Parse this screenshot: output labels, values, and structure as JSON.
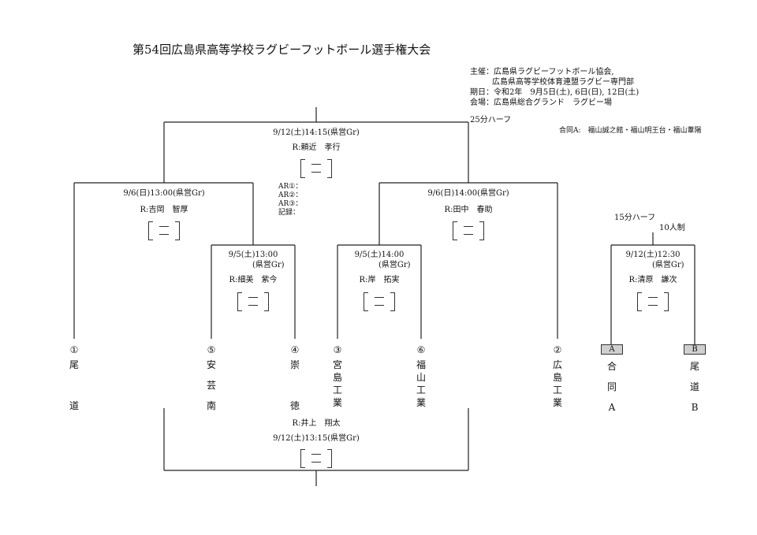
{
  "title": "第54回広島県高等学校ラグビーフットボール選手権大会",
  "info": {
    "organizer_1": "主催：広島県ラグビーフットボール協会,",
    "organizer_2": "広島県高等学校体育連盟ラグビー専門部",
    "dates": "期日：令和2年　9月5日(土), 6日(日), 12日(土)",
    "venue": "会場：広島県総合グランド　ラグビー場",
    "half_25": "25分ハーフ",
    "joint_team": "合同A:　福山誠之館・福山明王台・福山葦陽",
    "half_15": "15分ハーフ",
    "ten_players": "10人制"
  },
  "officials": {
    "ar1": "AR①：",
    "ar2": "AR②：",
    "ar3": "AR③：",
    "record": "記録："
  },
  "matches": {
    "final": {
      "time": "9/12(土)14:15(県営Gr)",
      "referee": "R:頼近　孝行"
    },
    "sf_left": {
      "time": "9/6(日)13:00(県営Gr)",
      "referee": "R:吉岡　智厚"
    },
    "sf_right": {
      "time": "9/6(日)14:00(県営Gr)",
      "referee": "R:田中　春助"
    },
    "qf_left": {
      "time_1": "9/5(土)13:00",
      "time_2": "(県営Gr)",
      "referee": "R:細美　紫今"
    },
    "qf_right": {
      "time_1": "9/5(土)14:00",
      "time_2": "(県営Gr)",
      "referee": "R:岸　拓実"
    },
    "ten_game": {
      "time_1": "9/12(土)12:30",
      "time_2": "(県営Gr)",
      "referee": "R:清原　謙次"
    },
    "third_place": {
      "referee": "R:井上　翔太",
      "time": "9/12(土)13:15(県営Gr)"
    }
  },
  "score_sep": "－",
  "teams": [
    {
      "num": "①",
      "name": "尾道"
    },
    {
      "num": "⑤",
      "name": "安芸南"
    },
    {
      "num": "④",
      "name": "崇徳"
    },
    {
      "num": "③",
      "name": "宮島工業"
    },
    {
      "num": "⑥",
      "name": "福山工業"
    },
    {
      "num": "②",
      "name": "広島工業"
    }
  ],
  "ten_teams": [
    {
      "tag": "A",
      "name": "合同A"
    },
    {
      "tag": "B",
      "name": "尾道B"
    }
  ]
}
